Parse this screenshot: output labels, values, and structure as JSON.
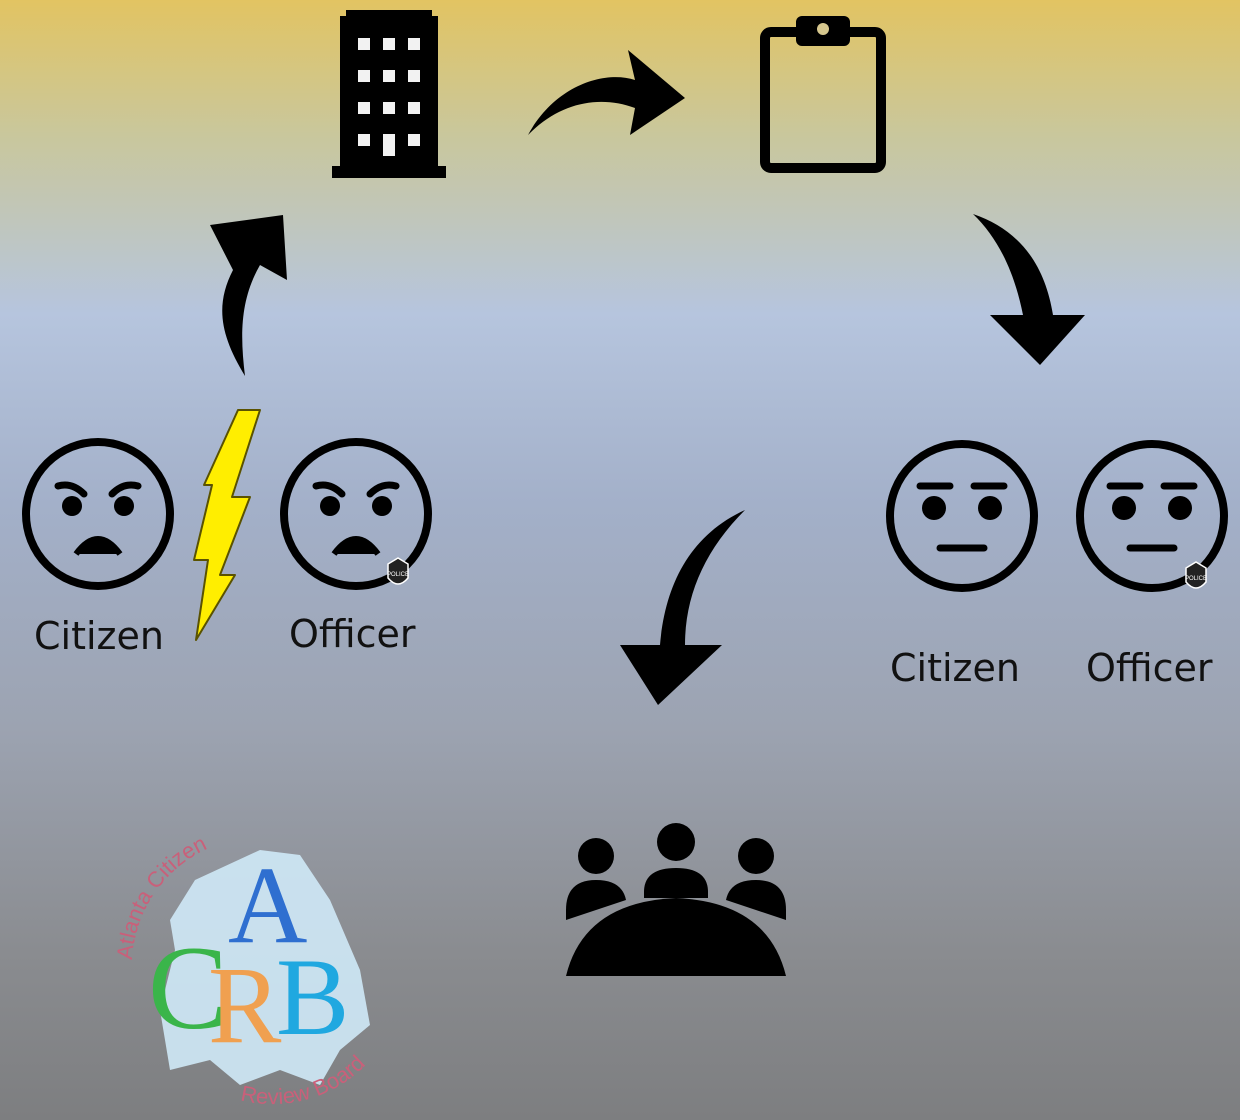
{
  "left_pair": {
    "citizen_label": "Citizen",
    "officer_label": "Officer"
  },
  "right_pair": {
    "citizen_label": "Citizen",
    "officer_label": "Officer"
  },
  "badge_text": "POLICE",
  "logo": {
    "arc_top": "Atlanta Citizen",
    "arc_bottom": "Review Board",
    "letters": [
      "A",
      "C",
      "R",
      "B"
    ],
    "colors": {
      "arc": "#c9607a",
      "A": "#2f6fd0",
      "C": "#3ab54a",
      "R": "#f0a050",
      "B": "#20a8e0",
      "map": "#cfe9f7"
    }
  },
  "colors": {
    "bolt": "#ffee00",
    "icons": "#000000"
  }
}
